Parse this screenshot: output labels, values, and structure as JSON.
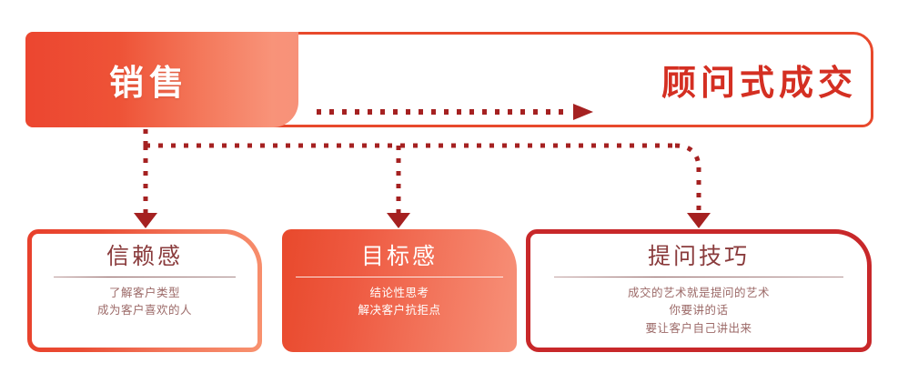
{
  "header": {
    "source_label": "销售",
    "target_label": "顾问式成交",
    "arrow": "dotted-right-arrow"
  },
  "flow": {
    "connector_style": "dotted",
    "arrowheads": 3,
    "arrow_icon": "triangle-down-arrow"
  },
  "cards": [
    {
      "title": "信赖感",
      "lines": [
        "了解客户类型",
        "成为客户喜欢的人"
      ],
      "style": "outline-gradient"
    },
    {
      "title": "目标感",
      "lines": [
        "结论性思考",
        "解决客户抗拒点"
      ],
      "style": "filled-gradient"
    },
    {
      "title": "提问技巧",
      "lines": [
        "成交的艺术就是提问的艺术",
        "你要讲的话",
        "要让客户自己讲出来"
      ],
      "style": "outline-solid"
    }
  ],
  "colors": {
    "primary_red": "#ec4630",
    "deep_red": "#c8282a",
    "salmon": "#f79179",
    "dot_red": "#a52121",
    "title_text": "#8a3b3c",
    "body_text": "#9c6a68"
  }
}
